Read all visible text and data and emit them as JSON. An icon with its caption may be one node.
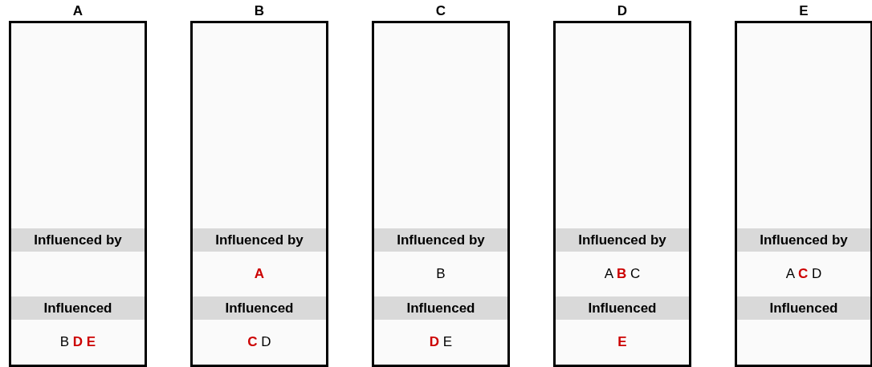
{
  "diagram": {
    "nodes": [
      {
        "text": [
          "A"
        ]
      },
      {
        "text": [
          "Influenced by"
        ],
        "in": 0
      },
      {
        "text": [
          "Influenced"
        ],
        "in": 0,
        "beside": [
          "B **D** **E**"
        ]
      },
      {
        "text": [
          "B"
        ]
      },
      {
        "text": [
          "Influenced by"
        ],
        "in": 3,
        "beside": [
          "**A**"
        ]
      },
      {
        "text": [
          "Influenced"
        ],
        "in": 3,
        "beside": [
          "**C** D"
        ]
      },
      {
        "text": [
          "C"
        ]
      },
      {
        "text": [
          "Influenced by"
        ],
        "in": 6,
        "beside": [
          "B"
        ]
      },
      {
        "text": [
          "Influenced"
        ],
        "in": 6,
        "beside": [
          "**D** E"
        ]
      },
      {
        "text": [
          "D"
        ]
      },
      {
        "text": [
          "Influenced by"
        ],
        "in": 9,
        "beside": [
          "A **B** C"
        ]
      },
      {
        "text": [
          "Influenced"
        ],
        "in": 9,
        "beside": [
          "**E**"
        ]
      },
      {
        "text": [
          "E"
        ]
      },
      {
        "text": [
          "Influenced by"
        ],
        "in": 12,
        "beside": [
          "A **C** D"
        ]
      },
      {
        "text": [
          "Influenced"
        ],
        "in": 12
      }
    ]
  }
}
